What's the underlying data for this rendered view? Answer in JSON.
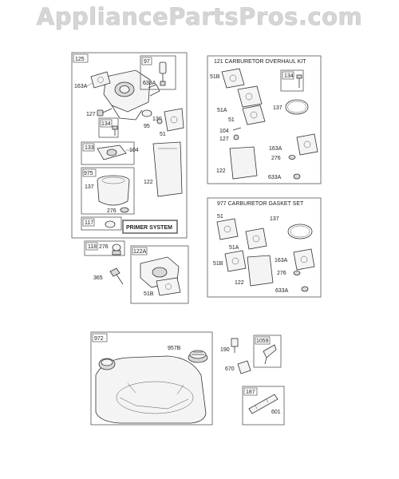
{
  "watermark": "AppliancePartsPros.com",
  "groups": {
    "carb": {
      "tag": "125",
      "labels": {
        "l163a": "163A",
        "l127": "127",
        "l130": "130",
        "l95": "95",
        "l51": "51",
        "l133": "133",
        "l104": "104",
        "l122": "122",
        "l137": "137",
        "l276": "276"
      },
      "subs": {
        "s97": "97",
        "s633a": "633A",
        "s134": "134",
        "s975": "975",
        "s117": "117"
      },
      "primer_system": "PRIMER SYSTEM"
    },
    "kit121": {
      "title": "121 CARBURETOR OVERHAUL KIT",
      "labels": {
        "l51b": "51B",
        "l134": "134",
        "l51a": "51A",
        "l137": "137",
        "l51": "51",
        "l104": "104",
        "l127": "127",
        "l163a": "163A",
        "l276": "276",
        "l122": "122",
        "l633a": "633A"
      }
    },
    "kit977": {
      "title": "977 CARBURETOR GASKET SET",
      "labels": {
        "l51": "51",
        "l137": "137",
        "l51a": "51A",
        "l51b": "51B",
        "l163a": "163A",
        "l122": "122",
        "l276": "276",
        "l633a": "633A"
      }
    },
    "misc": {
      "tag118": "118",
      "l276": "276",
      "tag122a": "122A",
      "l51b": "51B",
      "l365": "365"
    },
    "housing": {
      "tag": "972",
      "l957b": "957B",
      "l190": "190",
      "tag1059": "1059",
      "l670": "670",
      "tag187": "187",
      "l601": "601"
    }
  }
}
